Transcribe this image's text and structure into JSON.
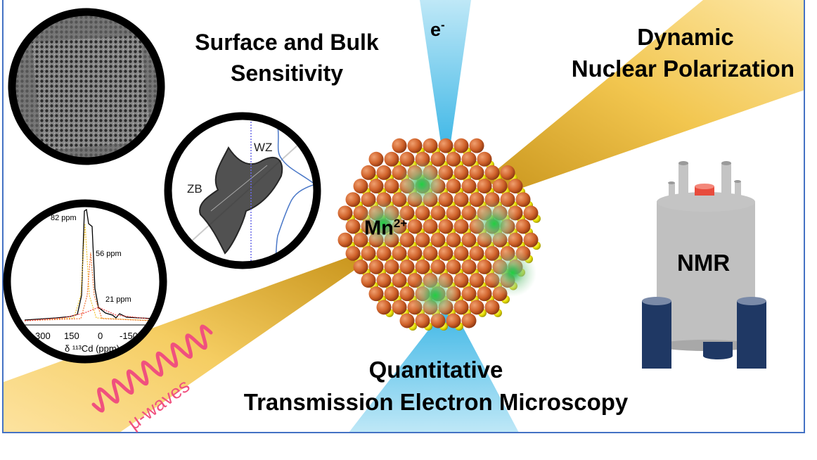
{
  "titles": {
    "surface_line1": "Surface and Bulk",
    "surface_line2": "Sensitivity",
    "dnp_line1": "Dynamic",
    "dnp_line2": "Nuclear Polarization",
    "qtem_line1": "Quantitative",
    "qtem_line2": "Transmission Electron Microscopy"
  },
  "beam_label": "e-",
  "beam_label_base": "e",
  "beam_label_sup": "-",
  "dopant_label_base": "Mn",
  "dopant_label_sup": "2+",
  "magnet_label": "NMR",
  "microwave_label": "μ-waves",
  "spectrum": {
    "peaks": [
      "82 ppm",
      "56 ppm",
      "21 ppm"
    ],
    "x_ticks": [
      "300",
      "150",
      "0",
      "-150"
    ],
    "x_label": "δ ¹¹³Cd (ppm)"
  },
  "correlation_map": {
    "labels": [
      "ZB",
      "WZ"
    ]
  },
  "colors": {
    "frame": "#4472c4",
    "beam_blue": "#5bc4ea",
    "gold": "#e8b32a",
    "microwave": "#f0507e",
    "magnet_gray": "#c0c0c0",
    "magnet_legs": "#1f3864",
    "cap_red": "#e84c3d"
  }
}
